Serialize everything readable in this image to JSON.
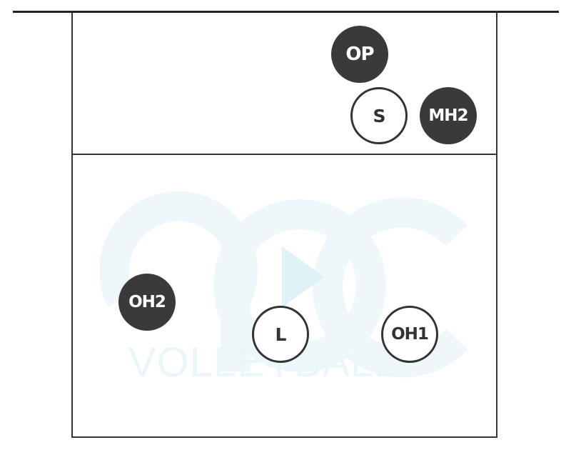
{
  "watermark": {
    "text": "VOLLEYBALL"
  },
  "players": {
    "op": "OP",
    "s": "S",
    "mh2": "MH2",
    "oh2": "OH2",
    "l": "L",
    "oh1": "OH1"
  },
  "colors": {
    "dark_player": "#3a3a3a",
    "light_player_border": "#333333",
    "watermark": "#e8f5f7",
    "watermark_play": "#dcf1f7"
  }
}
